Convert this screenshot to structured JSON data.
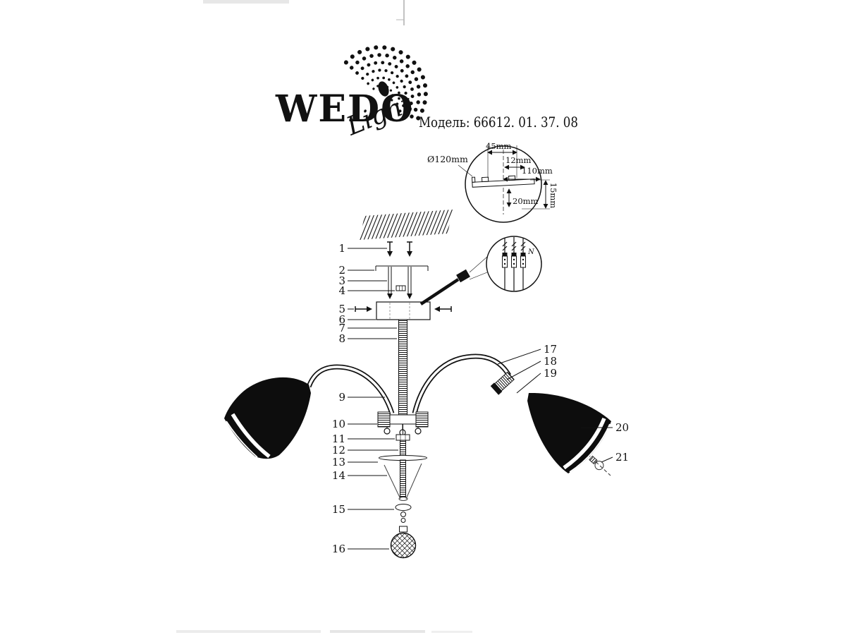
{
  "colors": {
    "ink": "#111111",
    "shade_fill": "#0d0d0d"
  },
  "logo": {
    "wedo": "WEDO",
    "light": "Light"
  },
  "header": {
    "model_label": "Модель: 66612. 01. 37. 08"
  },
  "detail_bracket": {
    "dim_diameter": "Ø120mm",
    "dim_45": "45mm",
    "dim_12": "12mm",
    "dim_110": "110mm",
    "dim_20": "20mm",
    "dim_15": "15mm"
  },
  "detail_wiring": {
    "n_label": "N"
  },
  "parts": {
    "labels": [
      "1",
      "2",
      "3",
      "4",
      "5",
      "6",
      "7",
      "8",
      "9",
      "10",
      "11",
      "12",
      "13",
      "14",
      "15",
      "16",
      "17",
      "18",
      "19",
      "20",
      "21"
    ]
  }
}
